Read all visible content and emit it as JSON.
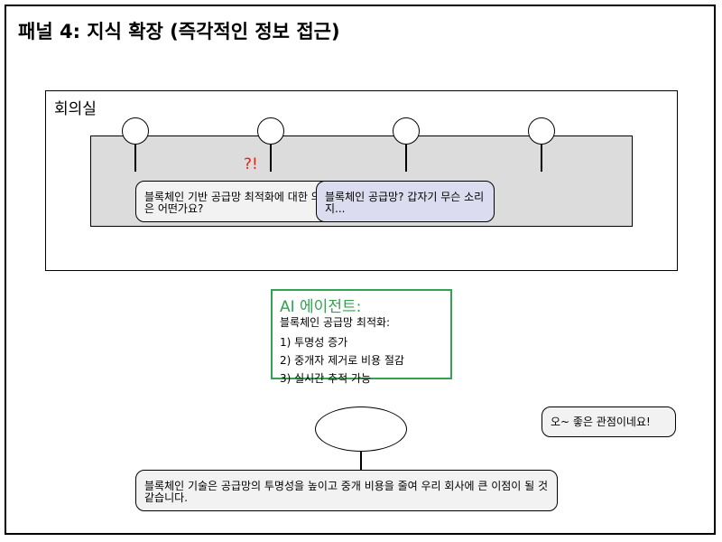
{
  "panel": {
    "title": "패널 4: 지식 확장 (즉각적인 정보 접근)"
  },
  "meeting_room": {
    "label": "회의실",
    "surprise_mark": "?!",
    "bubbles": [
      {
        "text": "블록체인 기반 공급망 최적화에 대한 의견은 어떤가요?"
      },
      {
        "text": "블록체인 공급망? 갑자기 무슨 소리지..."
      }
    ]
  },
  "ai_agent": {
    "title": "AI 에이전트:",
    "lines": [
      "블록체인 공급망 최적화:",
      "1) 투명성 증가",
      "2) 중개자 제거로 비용 절감",
      "3) 실시간 추적 가능"
    ]
  },
  "speaker": {
    "reaction": "오~ 좋은 관점이네요!",
    "statement": "블록체인 기술은 공급망의 투명성을 높이고 중개 비용을 줄여 우리 회사에 큰 이점이 될 것 같습니다."
  },
  "colors": {
    "agent_accent": "#33a352",
    "surprise": "#e8220f",
    "table_fill": "#dcdcdc",
    "bubble_fill": "#f2f2f2",
    "highlight_bubble_fill": "#dcdcf0"
  }
}
